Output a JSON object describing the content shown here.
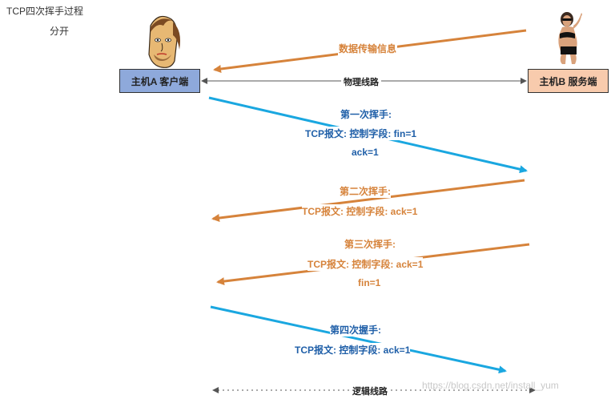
{
  "title": "TCP四次挥手过程",
  "subtitle": "分开",
  "client_box": "主机A 客户端",
  "server_box": "主机B 服务端",
  "physical_link": "物理线路",
  "logical_link": "逻辑线路",
  "data_transfer": "数据传输信息",
  "step1": {
    "title": "第一次挥手:",
    "line1": "TCP报文: 控制字段: fin=1",
    "line2": "ack=1"
  },
  "step2": {
    "title": "第二次挥手:",
    "line1": "TCP报文: 控制字段: ack=1"
  },
  "step3": {
    "title": "第三次挥手:",
    "line1": "TCP报文: 控制字段: ack=1",
    "line2": "fin=1"
  },
  "step4": {
    "title": "第四次握手:",
    "line1": "TCP报文: 控制字段: ack=1"
  },
  "watermark": "https://blog.csdn.net/install_yum",
  "colors": {
    "orange": "#d6833b",
    "blue": "#1aa7e0",
    "blue_text": "#1f5fa8",
    "client_fill": "#8ea9db",
    "server_fill": "#f8cbad"
  }
}
